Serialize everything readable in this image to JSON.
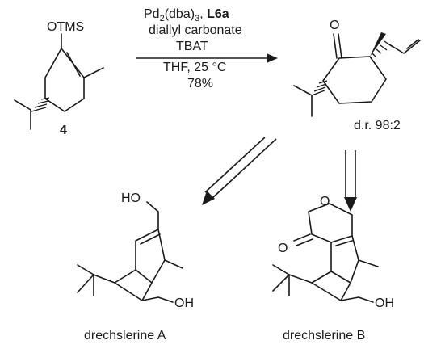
{
  "starting_material": {
    "substituent": "OTMS",
    "compound_number": "4"
  },
  "conditions": {
    "catalyst": "Pd",
    "catalyst_sub1": "2",
    "catalyst_dba": "(dba)",
    "catalyst_sub2": "3",
    "catalyst_sep": ", ",
    "ligand": "L6a",
    "reagent_1": "diallyl carbonate",
    "reagent_2": "TBAT",
    "solvent_temp": "THF, 25 °C",
    "yield": "78%"
  },
  "product": {
    "carbonyl": "O",
    "dr": "d.r. 98:2"
  },
  "targets": [
    {
      "name": "drechslerine A",
      "label_ho": "HO",
      "label_oh": "OH"
    },
    {
      "name": "drechslerine B",
      "label_o_ring": "O",
      "label_o_carbonyl": "O",
      "label_oh": "OH"
    }
  ]
}
